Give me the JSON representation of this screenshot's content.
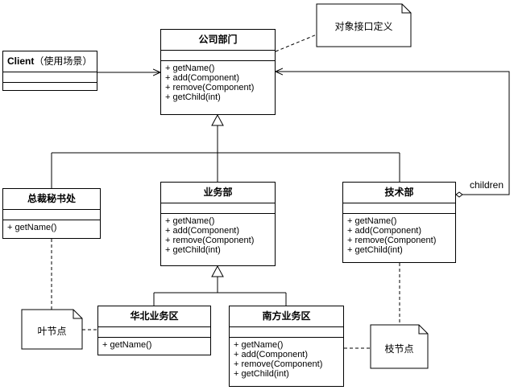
{
  "classes": {
    "dept": {
      "name": "公司部门",
      "ops": [
        "+ getName()",
        "+ add(Component)",
        "+ remove(Component)",
        "+ getChild(int)"
      ]
    },
    "client": {
      "name_bold": "Client",
      "name_rest": "（使用场景）"
    },
    "ceo_office": {
      "name": "总裁秘书处",
      "ops": [
        "+ getName()"
      ]
    },
    "business": {
      "name": "业务部",
      "ops": [
        "+ getName()",
        "+ add(Component)",
        "+ remove(Component)",
        "+ getChild(int)"
      ]
    },
    "tech": {
      "name": "技术部",
      "ops": [
        "+ getName()",
        "+ add(Component)",
        "+ remove(Component)",
        "+ getChild(int)"
      ]
    },
    "north": {
      "name": "华北业务区",
      "ops": [
        "+ getName()"
      ]
    },
    "south": {
      "name": "南方业务区",
      "ops": [
        "+ getName()",
        "+ add(Component)",
        "+ remove(Component)",
        "+ getChild(int)"
      ]
    }
  },
  "notes": {
    "interface_note": "对象接口定义",
    "leaf_note": "叶节点",
    "branch_note": "枝节点"
  },
  "edges": {
    "children_label": "children"
  },
  "colors": {
    "line": "#000000",
    "note_fill": "#ffffff",
    "background": "#ffffff"
  }
}
